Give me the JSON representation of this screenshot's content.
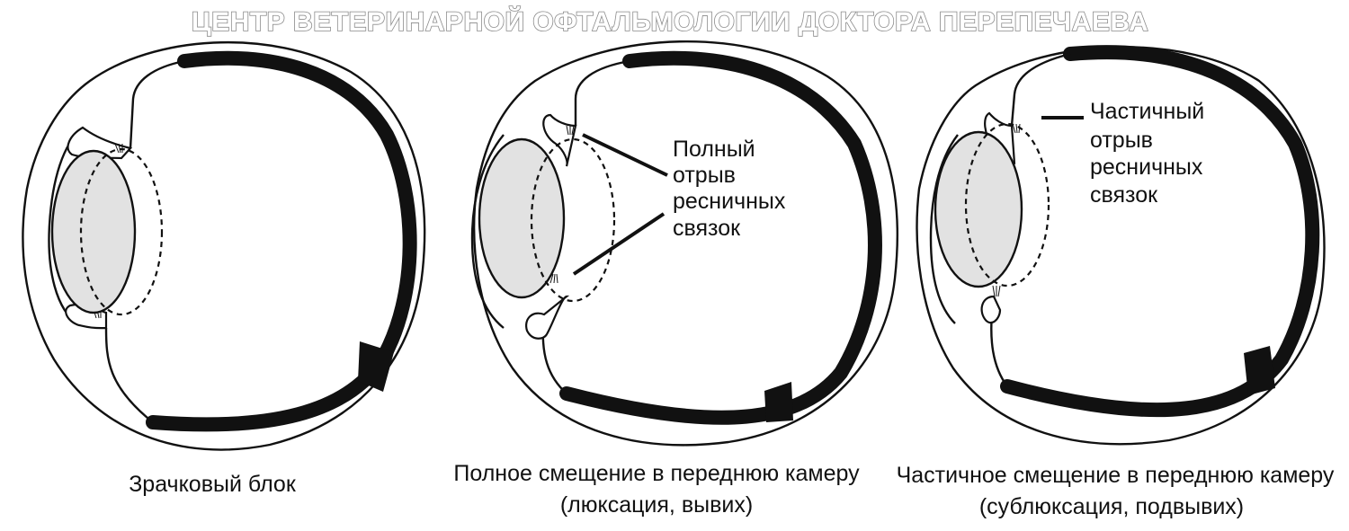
{
  "header": {
    "title": "ЦЕНТР ВЕТЕРИНАРНОЙ ОФТАЛЬМОЛОГИИ ДОКТОРА ПЕРЕПЕЧАЕВА"
  },
  "panels": [
    {
      "caption_line1": "Зрачковый блок",
      "caption_line2": ""
    },
    {
      "caption_line1": "Полное смещение  в переднюю камеру",
      "caption_line2": "(люксация, вывих)",
      "label_lines": [
        "Полный",
        "отрыв",
        "ресничных",
        "связок"
      ]
    },
    {
      "caption_line1": "Частичное смещение в переднюю камеру",
      "caption_line2": "(сублюксация, подвывих)",
      "label_lines": [
        "Частичный",
        "отрыв",
        "ресничных",
        "связок"
      ]
    }
  ],
  "colors": {
    "lens_fill": "#e2e2e2",
    "ink": "#111111",
    "header_fill": "#ffffff",
    "header_outline": "#8a8a8a"
  }
}
